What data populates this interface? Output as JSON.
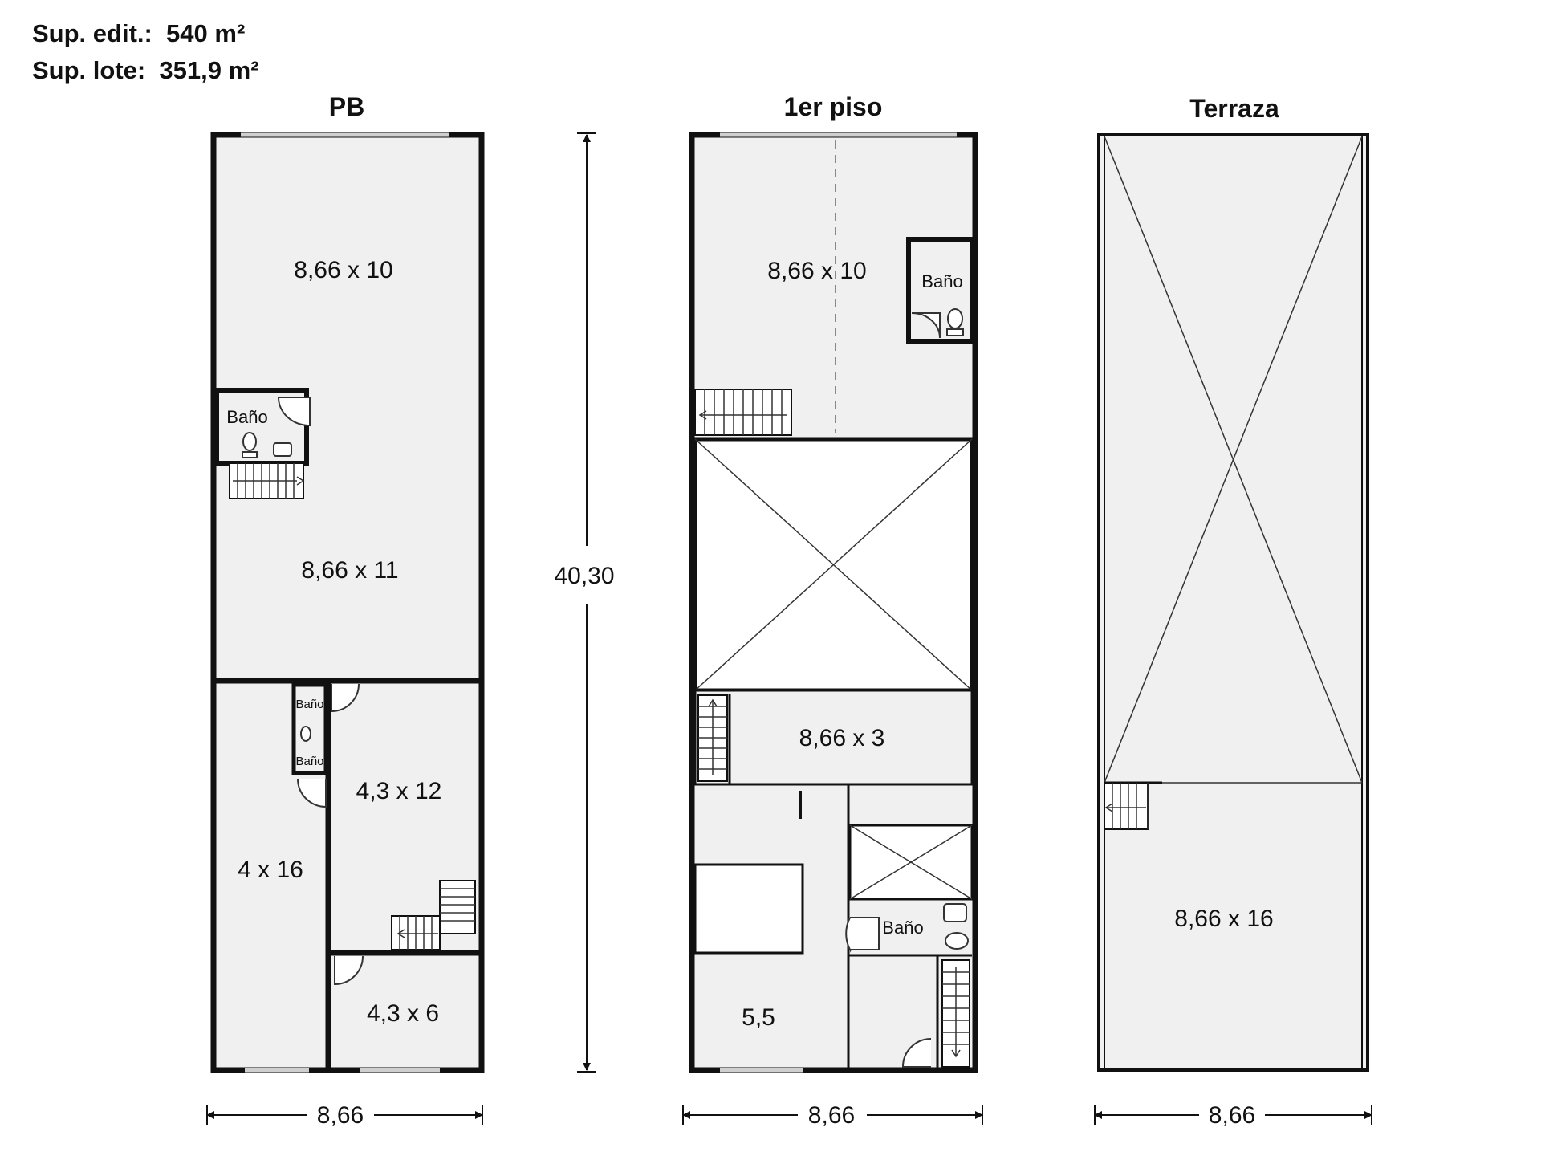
{
  "header": {
    "sup_edit": "Sup. edit.:  540 m²",
    "sup_lote": "Sup. lote:  351,9 m²"
  },
  "colors": {
    "wall": "#111111",
    "floor": "#f0f0f0",
    "void": "#ffffff",
    "line": "#333333"
  },
  "plans": {
    "pb": {
      "title": "PB",
      "rooms": [
        "8,66 x 10",
        "8,66 x 11",
        "4 x 16",
        "4,3 x 12",
        "4,3 x 6"
      ],
      "bath_main": "Baño",
      "bath_small_top": "Baño",
      "bath_small_bottom": "Baño",
      "width_dim": "8,66"
    },
    "piso1": {
      "title": "1er piso",
      "rooms": [
        "8,66 x 10",
        "8,66 x 3",
        "5,5"
      ],
      "bath_top": "Baño",
      "bath_bottom": "Baño",
      "width_dim": "8,66"
    },
    "terraza": {
      "title": "Terraza",
      "rooms": [
        "8,66 x 16"
      ],
      "width_dim": "8,66"
    }
  },
  "height_dim": "40,30"
}
